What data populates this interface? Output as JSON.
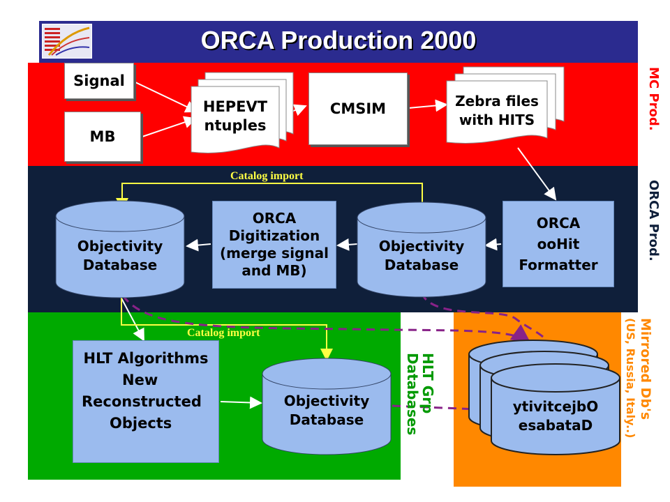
{
  "title": "ORCA Production 2000",
  "bands": {
    "mc": "#ff0000",
    "orca": "#0f1f3a",
    "hlt": "#00aa00",
    "mirror": "#ff8800"
  },
  "mc": {
    "signal": "Signal",
    "mb": "MB",
    "hepevt_line1": "HEPEVT",
    "hepevt_line2": "ntuples",
    "cmsim": "CMSIM",
    "zebra_line1": "Zebra files",
    "zebra_line2": "with HITS"
  },
  "orca": {
    "catalog_import": "Catalog import",
    "db_left_line1": "Objectivity",
    "db_left_line2": "Database",
    "digit_line1": "ORCA",
    "digit_line2": "Digitization",
    "digit_line3": "(merge signal",
    "digit_line4": "and MB)",
    "db_mid_line1": "Objectivity",
    "db_mid_line2": "Database",
    "oohit_line1": "ORCA",
    "oohit_line2": "ooHit",
    "oohit_line3": "Formatter"
  },
  "hlt": {
    "catalog_import": "Catalog import",
    "algo_line1": "HLT Algorithms",
    "algo_line2": "New",
    "algo_line3": "Reconstructed",
    "algo_line4": "Objects",
    "db_line1": "Objectivity",
    "db_line2": "Database",
    "grp_line1": "HLT Grp",
    "grp_line2": "Databases"
  },
  "mirror": {
    "db_line1": "ytivitcejbO",
    "db_line2": "esabataD"
  },
  "side_labels": {
    "mc_prod": "MC Prod.",
    "orca_prod": "ORCA Prod.",
    "mirrored_line1": "Mirrored Db's",
    "mirrored_line2": "(US, Russia, Italy..)"
  }
}
